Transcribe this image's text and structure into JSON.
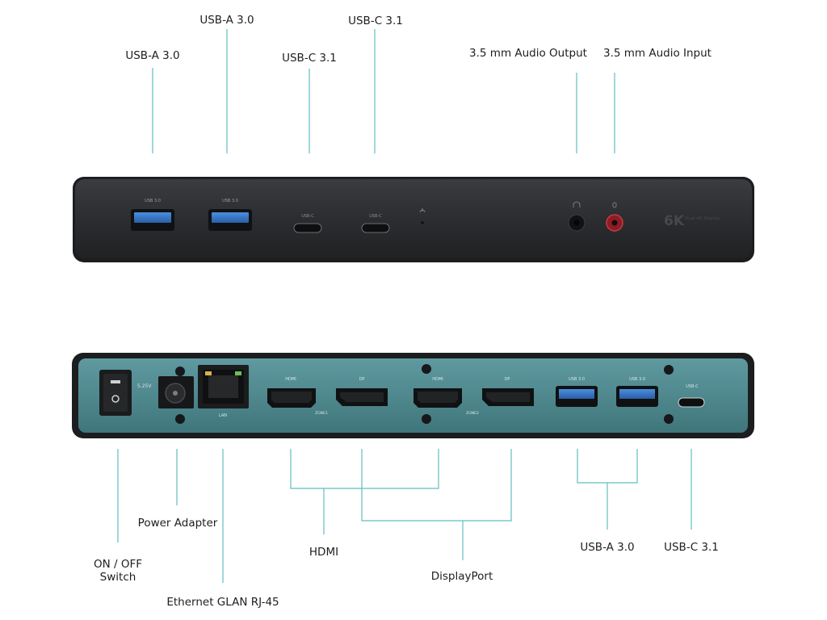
{
  "colors": {
    "leader": "#5fbfc0",
    "front_body": "#2c2e30",
    "back_panel": "#4f8a8f",
    "port_dark": "#151719",
    "usb3_blue": "#3a78c4",
    "audio_red": "#b3262f"
  },
  "front_panel": {
    "port_text": {
      "usba1": "USB 3.0",
      "usba2": "USB 3.0",
      "usbc1": "USB-C",
      "usbc2": "USB-C",
      "brand_big": "6K",
      "brand_small": "Dual 4K Display"
    },
    "labels": {
      "usba_left": "USB-A 3.0",
      "usba_right": "USB-A 3.0",
      "usbc_left": "USB-C 3.1",
      "usbc_right": "USB-C 3.1",
      "audio_out": "3.5 mm Audio Output",
      "audio_in": "3.5 mm Audio Input"
    }
  },
  "back_panel": {
    "port_text": {
      "dc": "5.25V",
      "lan": "LAN",
      "hdmi1": "HDMI",
      "dp1": "DP",
      "hdmi2": "HDMI",
      "dp2": "DP",
      "zone1": "ZONE1",
      "zone2": "ZONE2",
      "usb1": "USB 3.0",
      "usb2": "USB 3.0",
      "usbc": "USB-C"
    },
    "labels": {
      "switch_line1": "ON / OFF",
      "switch_line2": "Switch",
      "power": "Power Adapter",
      "ethernet": "Ethernet GLAN RJ-45",
      "hdmi": "HDMI",
      "displayport": "DisplayPort",
      "usba": "USB-A 3.0",
      "usbc": "USB-C 3.1"
    }
  }
}
